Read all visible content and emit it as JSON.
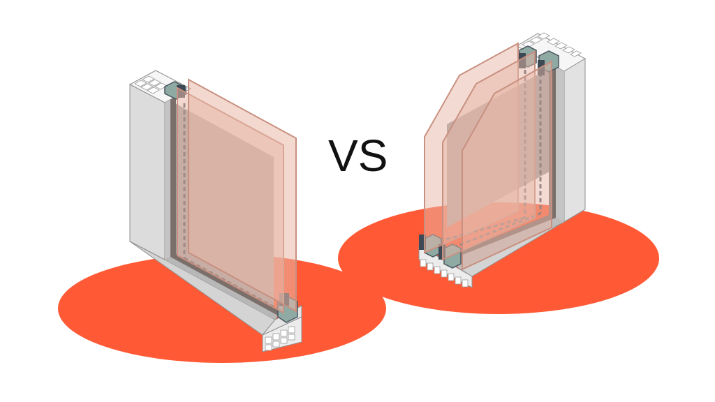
{
  "comparison_label": "VS",
  "colors": {
    "background": "#ffffff",
    "floor": "#ff5a35",
    "frame_light": "#f4f4f4",
    "frame_face": "#dcdcdc",
    "frame_side": "#c4c4c4",
    "frame_shadow": "#a9a9a9",
    "frame_edge": "#8f8f8f",
    "glass_fill": "#e8b8a8",
    "glass_stroke": "#c89080",
    "seal_dark": "#7a6f6a",
    "spacer": "#4a5660",
    "spacer_light": "#8fa9a3",
    "text": "#111111"
  },
  "items": [
    {
      "name": "double-glazed-window",
      "glass_panes": 2
    },
    {
      "name": "triple-glazed-window",
      "glass_panes": 3
    }
  ]
}
